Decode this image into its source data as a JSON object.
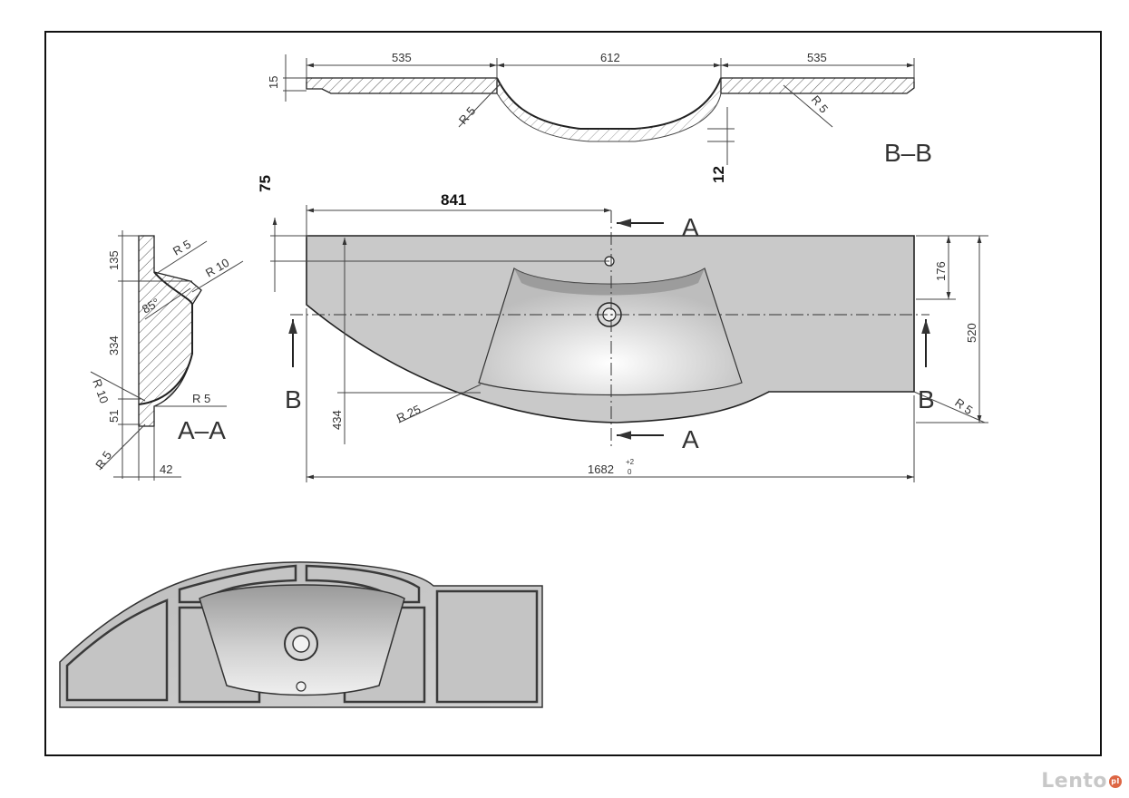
{
  "dimensions": {
    "bb_left": "535",
    "bb_mid": "612",
    "bb_right": "535",
    "bb_thick": "15",
    "bb_r_left": "R 5",
    "bb_r_right": "R 5",
    "bb_depth": "12",
    "top_offset": "75",
    "tap_pos": "841",
    "right_depth": "176",
    "total_depth": "520",
    "left_depth": "434",
    "total_length": "1682",
    "tol_plus": "+2",
    "tol_zero": "0",
    "r_bowl": "R 25",
    "r_corner": "R 5",
    "aa_135": "135",
    "aa_334": "334",
    "aa_51": "51",
    "aa_42": "42",
    "aa_r5_top": "R 5",
    "aa_r10_top": "R 10",
    "aa_85": "85°",
    "aa_r10_bot": "R 10",
    "aa_r5_bot": "R 5",
    "aa_r5_low": "R 5"
  },
  "sections": {
    "bb": "B–B",
    "aa": "A–A",
    "a_top": "A",
    "a_bottom": "A",
    "b_left": "B",
    "b_right": "B"
  },
  "watermark": {
    "brand": "Lento",
    "tld": "pl"
  }
}
